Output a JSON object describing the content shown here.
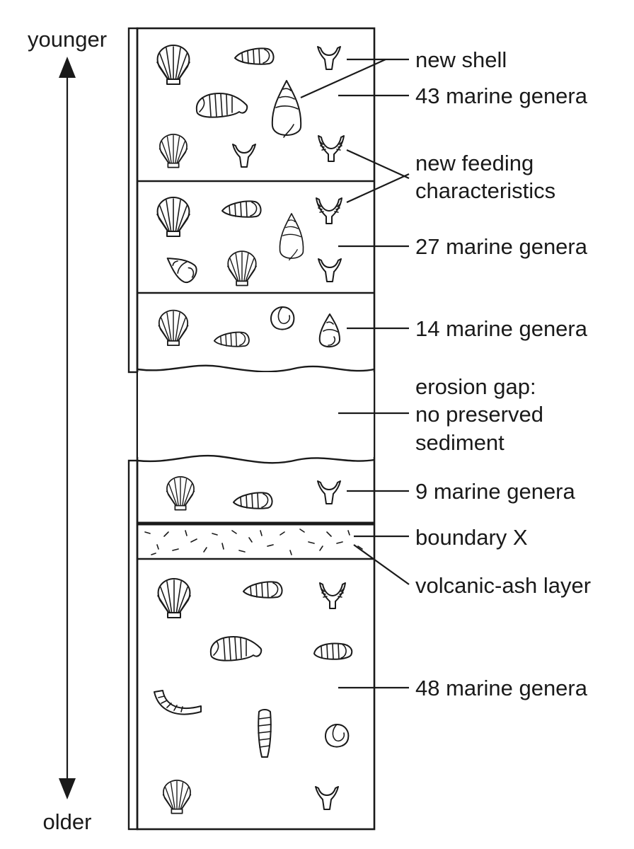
{
  "axis": {
    "top_label": "younger",
    "bottom_label": "older"
  },
  "labels": {
    "new_shell": "new shell",
    "genera_43": "43 marine genera",
    "new_feeding_1": "new feeding",
    "new_feeding_2": "characteristics",
    "genera_27": "27 marine genera",
    "genera_14": "14 marine genera",
    "erosion_1": "erosion gap:",
    "erosion_2": "no preserved",
    "erosion_3": "sediment",
    "genera_9": "9 marine genera",
    "boundary": "boundary X",
    "ash": "volcanic-ash layer",
    "genera_48": "48 marine genera"
  },
  "layers": [
    {
      "name": "layer-43",
      "genera": 43
    },
    {
      "name": "layer-27",
      "genera": 27
    },
    {
      "name": "layer-14",
      "genera": 14
    },
    {
      "name": "erosion-gap",
      "genera": null
    },
    {
      "name": "layer-9",
      "genera": 9
    },
    {
      "name": "volcanic-ash-layer",
      "genera": null
    },
    {
      "name": "layer-48",
      "genera": 48
    }
  ],
  "icons": [
    "scallop-icon",
    "snail-icon",
    "cone-shell-icon",
    "trilobite-icon",
    "crinoid-icon",
    "coiled-shell-icon",
    "worm-tube-icon"
  ]
}
